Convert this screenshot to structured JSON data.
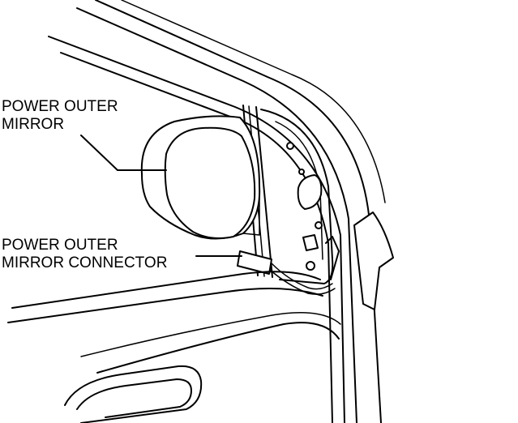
{
  "labels": {
    "mirror_line1": "POWER OUTER",
    "mirror_line2": "MIRROR",
    "connector_line1": "POWER OUTER",
    "connector_line2": "MIRROR CONNECTOR"
  },
  "colors": {
    "line": "#000000",
    "background": "#ffffff"
  }
}
